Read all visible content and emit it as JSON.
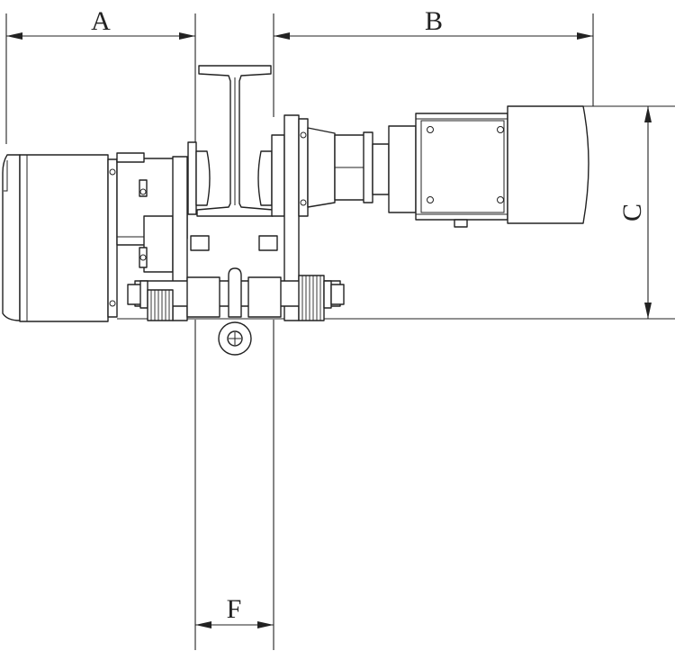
{
  "dimensions": {
    "a_label": "A",
    "b_label": "B",
    "c_label": "C",
    "f_label": "F"
  },
  "colors": {
    "line": "#222222",
    "background": "#ffffff"
  }
}
